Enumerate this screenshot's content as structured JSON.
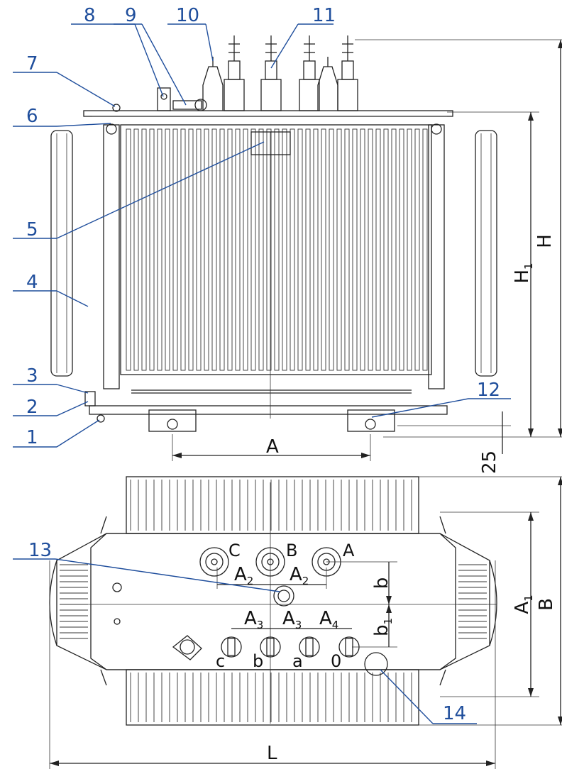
{
  "callouts": [
    "1",
    "2",
    "3",
    "4",
    "5",
    "6",
    "7",
    "8",
    "9",
    "10",
    "11",
    "12",
    "13",
    "14"
  ],
  "dimensions": {
    "A": "A",
    "A1_main": "A",
    "A1_sub": "1",
    "A2_main": "A",
    "A2_sub": "2",
    "A3_main": "A",
    "A3_sub": "3",
    "A4_main": "A",
    "A4_sub": "4",
    "B": "B",
    "H": "H",
    "H1_main": "H",
    "H1_sub": "1",
    "L": "L",
    "b": "b",
    "b1_main": "b",
    "b1_sub": "1",
    "gap": "25"
  },
  "terminals": {
    "hv": [
      "C",
      "B",
      "A"
    ],
    "lv": [
      "c",
      "b",
      "a",
      "0"
    ]
  },
  "colors": {
    "callout": "#1f4e9c",
    "line": "#222222"
  }
}
